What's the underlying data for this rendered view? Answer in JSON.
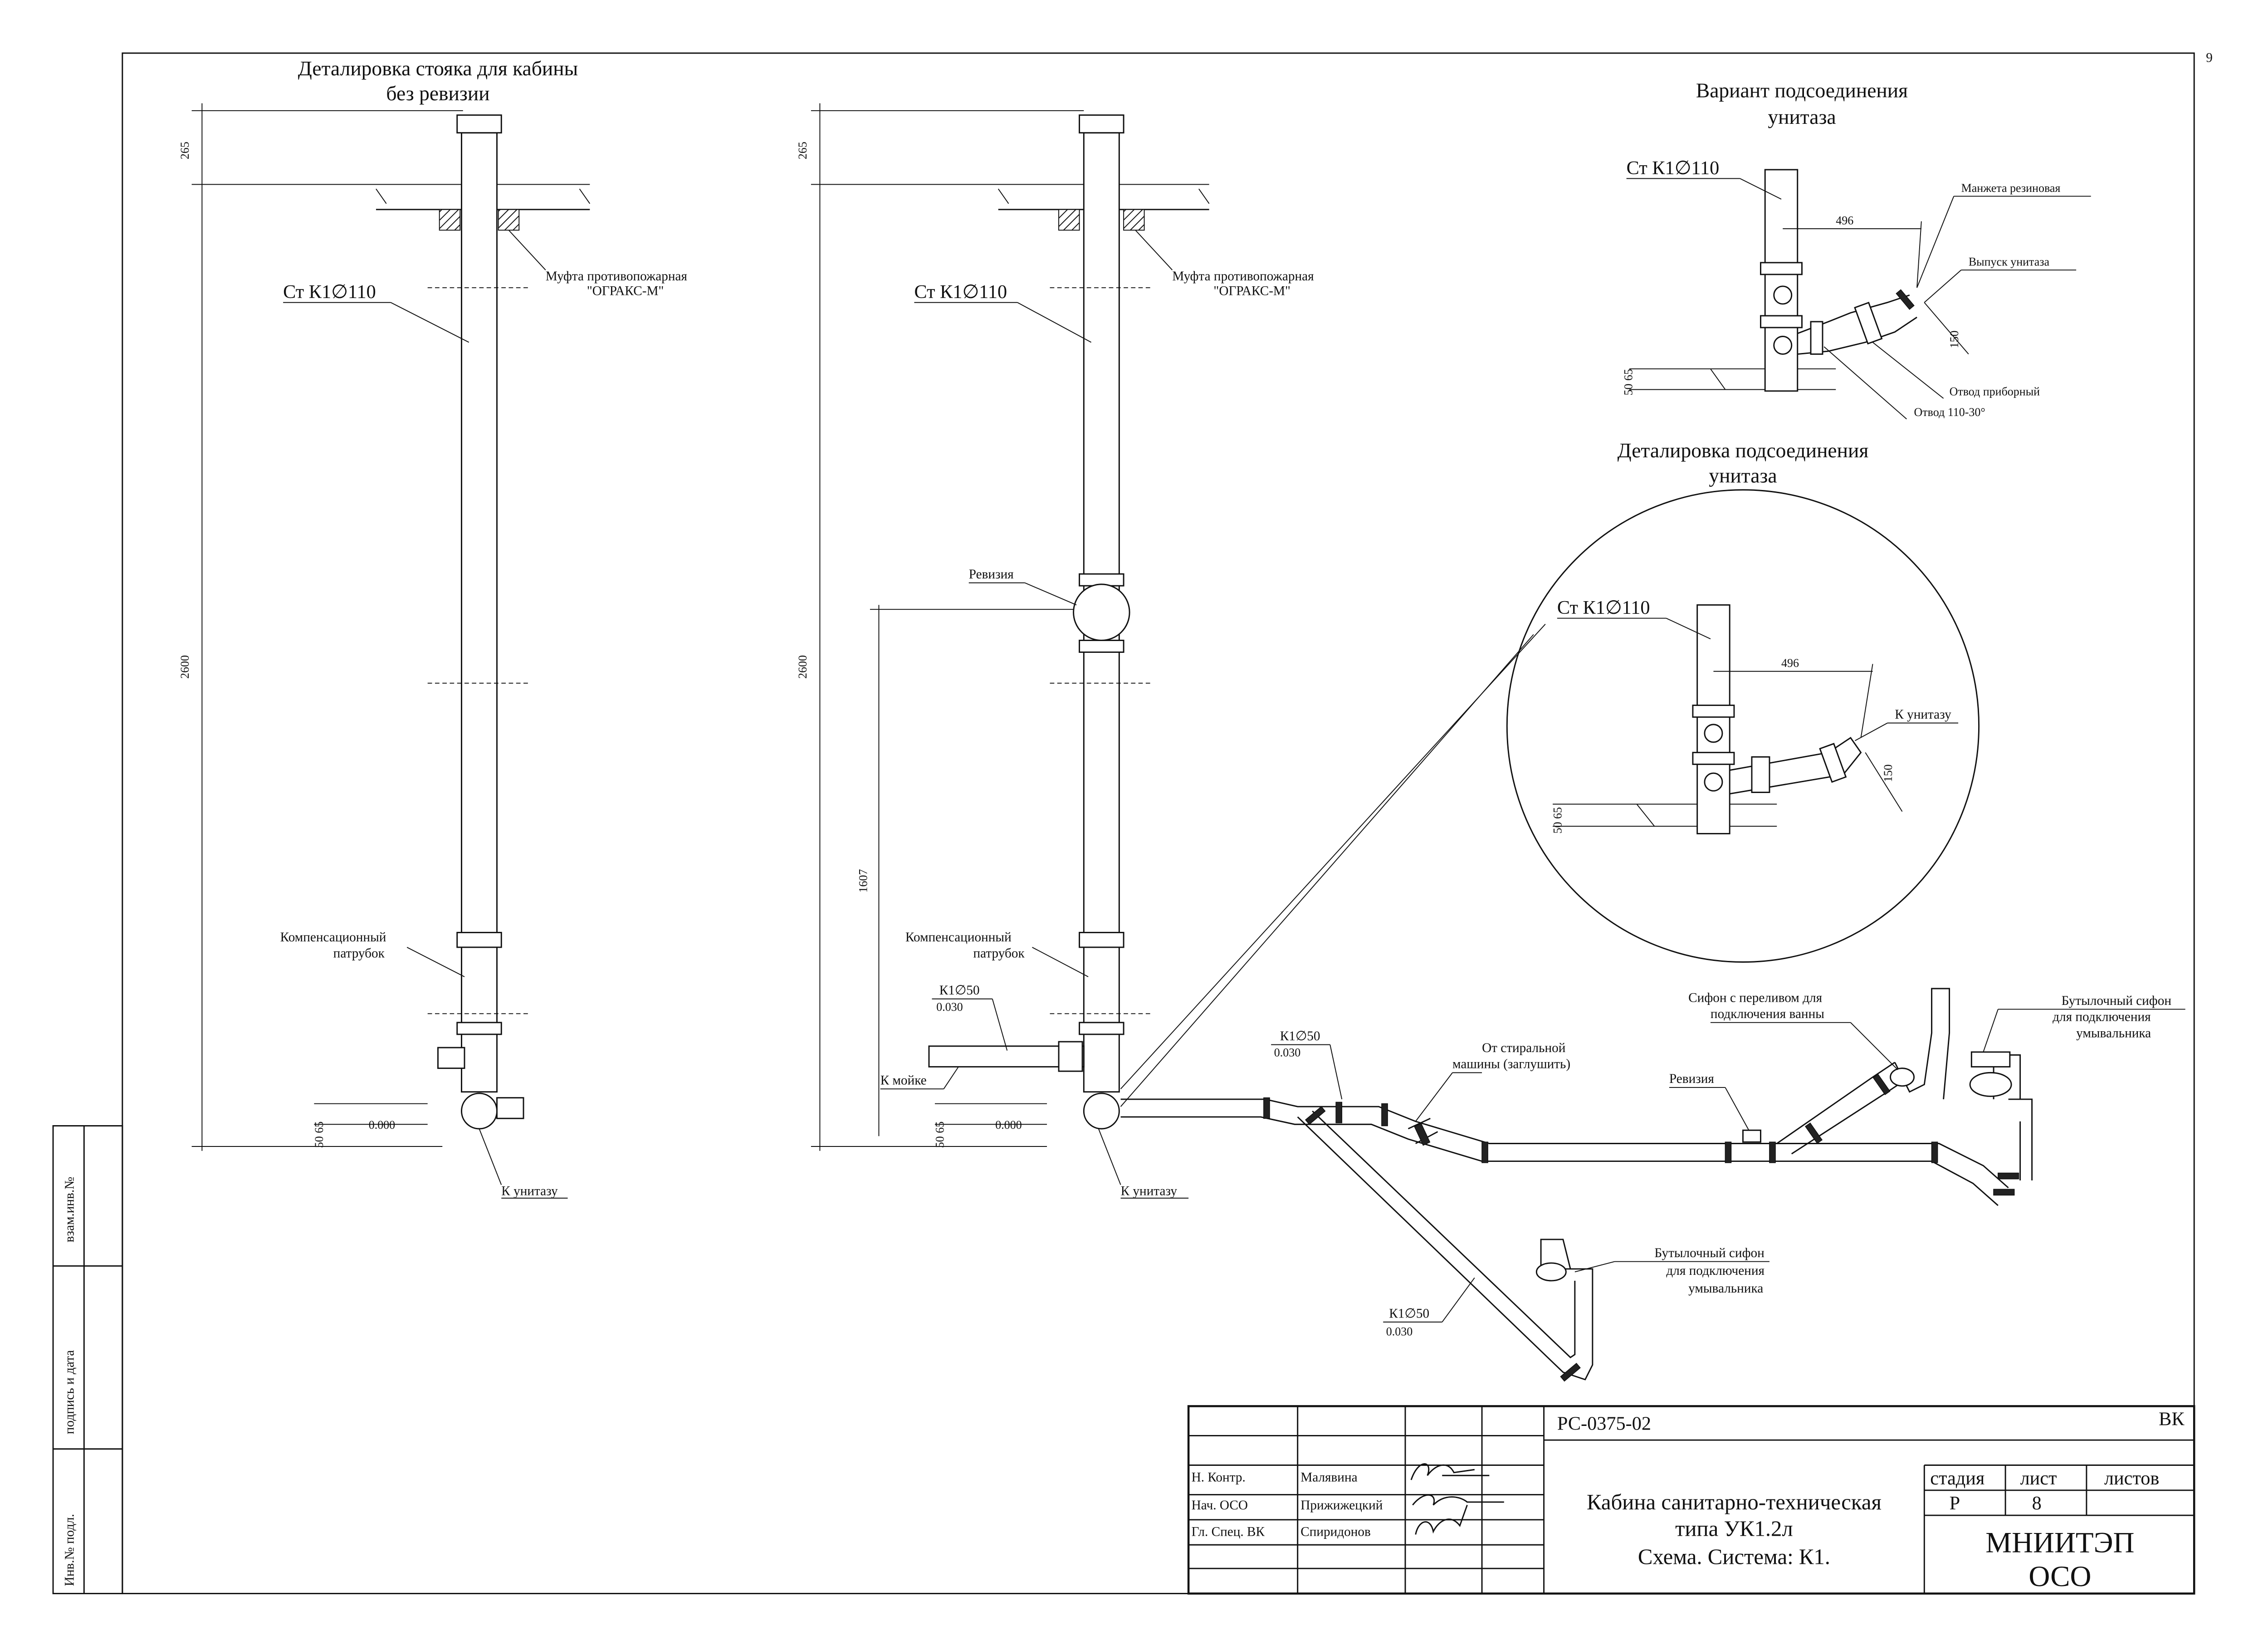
{
  "sheet_number_corner": "9",
  "views": {
    "left": {
      "title_line1": "Деталировка стояка для кабины",
      "title_line2": "без ревизии",
      "riser_label": "Ст К1∅110",
      "fire_coupling_line1": "Муфта противопожарная",
      "fire_coupling_line2": "\"ОГРАКС-М\"",
      "compensator_line1": "Компенсационный",
      "compensator_line2": "патрубок",
      "to_wc": "К унитазу",
      "level": "0.000",
      "dim_top": "265",
      "dim_height": "2600",
      "dim_bottom": "50 65"
    },
    "middle": {
      "riser_label": "Ст К1∅110",
      "fire_coupling_line1": "Муфта противопожарная",
      "fire_coupling_line2": "\"ОГРАКС-М\"",
      "revision": "Ревизия",
      "compensator_line1": "Компенсационный",
      "compensator_line2": "патрубок",
      "branch_label": "К1∅50",
      "branch_slope": "0.030",
      "to_sink": "К мойке",
      "to_wc": "К унитазу",
      "level": "0.000",
      "dim_top": "265",
      "dim_height": "2600",
      "dim_revision": "1607",
      "dim_bottom": "50 65"
    },
    "variant": {
      "title_line1": "Вариант подсоединения",
      "title_line2": "унитаза",
      "riser_label": "Ст К1∅110",
      "rubber_cuff": "Манжета резиновая",
      "wc_outlet": "Выпуск унитаза",
      "device_bend": "Отвод приборный",
      "bend_30": "Отвод 110-30°",
      "dim_496": "496",
      "dim_150": "150",
      "dim_bottom": "50 65"
    },
    "detail": {
      "title_line1": "Деталировка подсоединения",
      "title_line2": "унитаза",
      "riser_label": "Ст К1∅110",
      "to_wc": "К унитазу",
      "dim_496": "496",
      "dim_150": "150",
      "dim_bottom": "50 65"
    },
    "network": {
      "branch1_label": "К1∅50",
      "branch1_slope": "0.030",
      "washer_line1": "От стиральной",
      "washer_line2": "машины (заглушить)",
      "revision": "Ревизия",
      "bath_siphon_line1": "Сифон с переливом для",
      "bath_siphon_line2": "подключения ванны",
      "bottle_siphon_r_line1": "Бутылочный сифон",
      "bottle_siphon_r_line2": "для подключения",
      "bottle_siphon_r_line3": "умывальника",
      "bottle_siphon_b_line1": "Бутылочный сифон",
      "bottle_siphon_b_line2": "для подключения",
      "bottle_siphon_b_line3": "умывальника",
      "branch2_label": "К1∅50",
      "branch2_slope": "0.030"
    }
  },
  "side_stamp": {
    "field1": "взам.инв.№",
    "field2": "подпись и дата",
    "field3": "Инв.№ подл."
  },
  "title_block": {
    "doc_code": "РС-0375-02",
    "section": "ВК",
    "roles": [
      {
        "role": "Н. Контр.",
        "name": "Малявина"
      },
      {
        "role": "Нач. ОСО",
        "name": "Прижижецкий"
      },
      {
        "role": "Гл. Спец. ВК",
        "name": "Спиридонов"
      }
    ],
    "title_line1": "Кабина санитарно-техническая",
    "title_line2": "типа УК1.2л",
    "title_line3": "Схема. Система: К1.",
    "stage_header": "стадия",
    "sheet_header": "лист",
    "sheets_header": "листов",
    "stage_value": "Р",
    "sheet_value": "8",
    "org_line1": "МНИИТЭП",
    "org_line2": "ОСО"
  }
}
